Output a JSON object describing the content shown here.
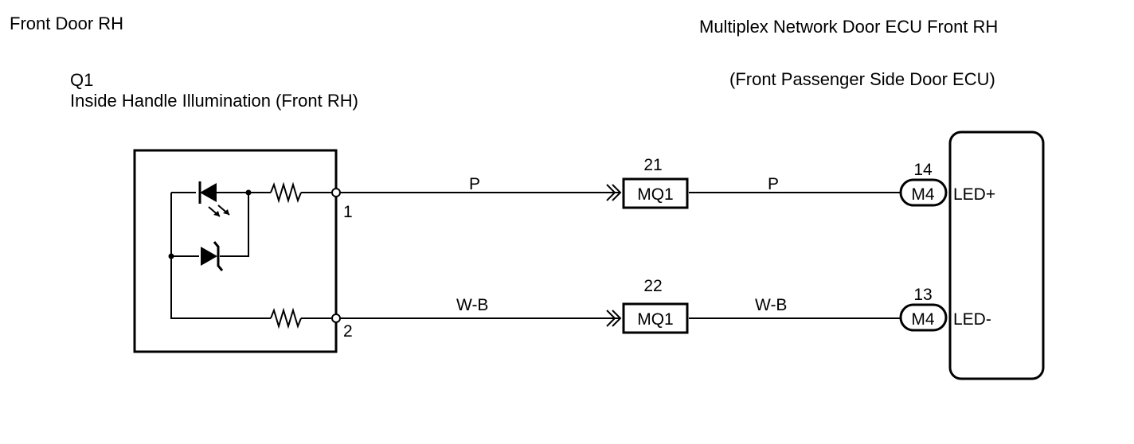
{
  "header": {
    "location": "Front Door RH",
    "ecu_name": "Multiplex Network Door ECU Front RH",
    "ecu_subname": "(Front Passenger Side Door ECU)"
  },
  "component": {
    "code": "Q1",
    "name": "Inside Handle Illumination (Front RH)",
    "pin1": "1",
    "pin2": "2"
  },
  "wires": [
    {
      "color": "P",
      "connector": "MQ1",
      "connector_pin": "21",
      "ecu_connector": "M4",
      "ecu_pin": "14",
      "terminal": "LED+"
    },
    {
      "color": "W-B",
      "connector": "MQ1",
      "connector_pin": "22",
      "ecu_connector": "M4",
      "ecu_pin": "13",
      "terminal": "LED-"
    }
  ]
}
